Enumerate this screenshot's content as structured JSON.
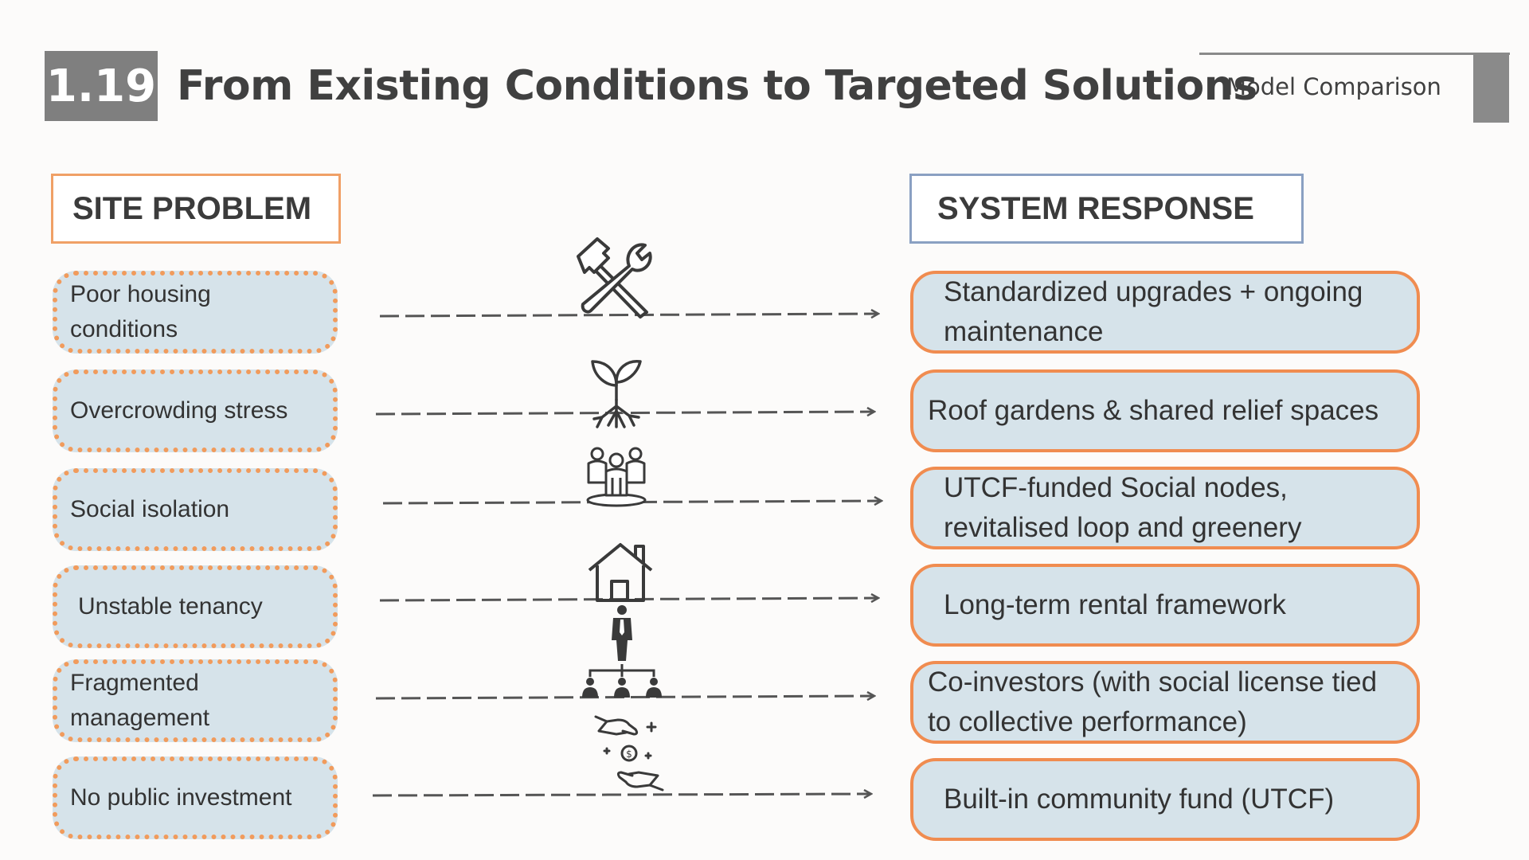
{
  "header": {
    "section_number": "1.19",
    "title": "From Existing Conditions to Targeted Solutions",
    "tag": "Model Comparison"
  },
  "columns": {
    "left_header": "SITE PROBLEM",
    "right_header": "SYSTEM RESPONSE"
  },
  "rows": [
    {
      "problem": "Poor housing conditions",
      "response": "Standardized upgrades + ongoing maintenance",
      "icon": "hammer-wrench-icon"
    },
    {
      "problem": "Overcrowding stress",
      "response": "Roof gardens & shared relief spaces",
      "icon": "sprout-roots-icon"
    },
    {
      "problem": "Social isolation",
      "response": "UTCF-funded Social nodes, revitalised loop and greenery",
      "icon": "community-group-icon"
    },
    {
      "problem": "Unstable tenancy",
      "response": "Long-term rental framework",
      "icon": "house-icon"
    },
    {
      "problem": "Fragmented management",
      "response": "Co-investors (with social license tied to collective performance)",
      "icon": "management-hierarchy-icon"
    },
    {
      "problem": "No public investment",
      "response": "Built-in community fund (UTCF)",
      "icon": "hands-coin-icon"
    }
  ],
  "colors": {
    "problem_fill": "#d6e3ea",
    "problem_border": "#f19b5c",
    "response_border": "#f08c50",
    "site_header_border": "#f0a066",
    "system_header_border": "#8aa0c2",
    "title_badge": "#7f7f7f"
  }
}
